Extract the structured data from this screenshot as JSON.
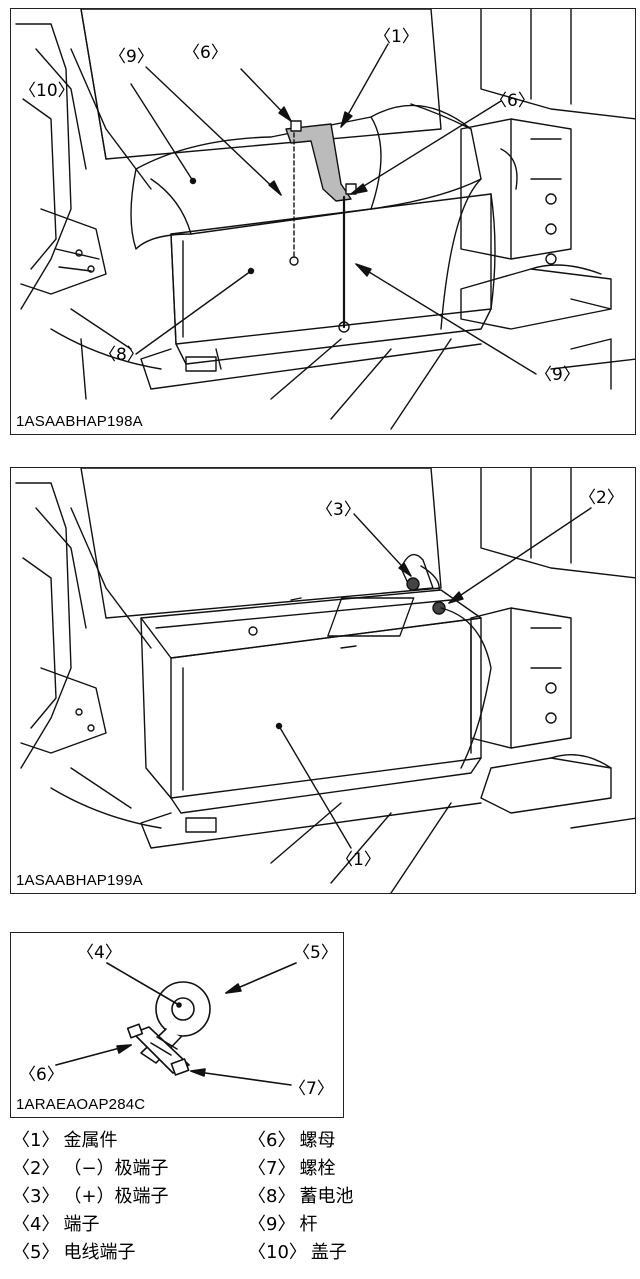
{
  "figures": [
    {
      "code": "1ASAABHAP198A",
      "callouts": [
        "〈1〉",
        "〈6〉",
        "〈9〉",
        "〈10〉",
        "〈6〉",
        "〈8〉",
        "〈9〉"
      ]
    },
    {
      "code": "1ASAABHAP199A",
      "callouts": [
        "〈3〉",
        "〈2〉",
        "〈1〉"
      ]
    },
    {
      "code": "1ARAEAOAP284C",
      "callouts": [
        "〈4〉",
        "〈5〉",
        "〈6〉",
        "〈7〉"
      ]
    }
  ],
  "legend": [
    {
      "num": "〈1〉",
      "label": "金属件"
    },
    {
      "num": "〈2〉",
      "label": "（−）极端子"
    },
    {
      "num": "〈3〉",
      "label": "（+）极端子"
    },
    {
      "num": "〈4〉",
      "label": "端子"
    },
    {
      "num": "〈5〉",
      "label": "电线端子"
    },
    {
      "num": "〈6〉",
      "label": "螺母"
    },
    {
      "num": "〈7〉",
      "label": "螺栓"
    },
    {
      "num": "〈8〉",
      "label": "蓄电池"
    },
    {
      "num": "〈9〉",
      "label": "杆"
    },
    {
      "num": "〈10〉",
      "label": "盖子"
    }
  ]
}
